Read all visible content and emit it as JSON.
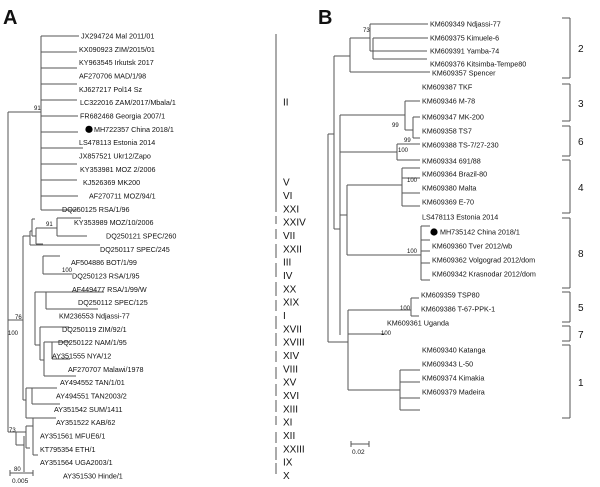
{
  "figure": {
    "panel_a": {
      "label": "A",
      "scale_label": "0.005",
      "taxa": [
        "JX294724 Mal 2011/01",
        "KX090923 ZIM/2015/01",
        "KY963545 Irkutsk 2017",
        "AF270706 MAD/1/98",
        "KJ627217 Pol14 Sz",
        "LC322016 ZAM/2017/Mbala/1",
        "FR682468 Georgia 2007/1",
        "MH722357 China 2018/1",
        "LS478113 Estonia 2014",
        "JX857521 Ukr12/Zapo",
        "KY353981 MOZ 2/2006",
        "KJ526369 MK200",
        "AF270711 MOZ/94/1",
        "DQ250125 RSA/1/96",
        "KY353989 MOZ/10/2006",
        "DQ250121 SPEC/260",
        "DQ250117 SPEC/245",
        "AF504886 BOT/1/99",
        "DQ250123 RSA/1/95",
        "AF449477 RSA/1/99/W",
        "DQ250112 SPEC/125",
        "KM236553 Ndjassi-77",
        "DQ250119 ZIM/92/1",
        "DQ250122 NAM/1/95",
        "AY351555 NYA/12",
        "AF270707 Malawi/1978",
        "AY494552 TAN/1/01",
        "AY494551 TAN2003/2",
        "AY351542 SUM/1411",
        "AY351522 KAB/62",
        "AY351561 MFUE6/1",
        "KT795354 ETH/1",
        "AY351564 UGA2003/1",
        "AY351530 Hinde/1"
      ],
      "genotypes": [
        "II",
        "V",
        "VI",
        "XXI",
        "XXIV",
        "VII",
        "XXII",
        "III",
        "IV",
        "XX",
        "XIX",
        "I",
        "XVII",
        "XVIII",
        "XIV",
        "VIII",
        "XV",
        "XVI",
        "XIII",
        "XI",
        "XII",
        "XXIII",
        "IX",
        "X"
      ],
      "bootstrap": [
        "91",
        "91",
        "100",
        "76",
        "100",
        "73",
        "80"
      ]
    },
    "panel_b": {
      "label": "B",
      "scale_label": "0.02",
      "taxa": [
        "KM609349 Ndjassi-77",
        "KM609375 Kimuele-6",
        "KM609391 Yamba-74",
        "KM609376 Kitsimba-Tempe80",
        "KM609357 Spencer",
        "KM609387 TKF",
        "KM609346 M-78",
        "KM609347 MK-200",
        "KM609358 TS7",
        "KM609388 TS-7/27-230",
        "KM609334 691/88",
        "KM609364 Brazil-80",
        "KM609380 Malta",
        "KM609369 E-70",
        "LS478113 Estonia 2014",
        "MH735142 China 2018/1",
        "KM609360 Tver 2012/wb",
        "KM609362 Volgograd 2012/dom",
        "KM609342 Krasnodar 2012/dom",
        "KM609359 TSP80",
        "KM609386 T-67-PPK-1",
        "KM609361 Uganda",
        "KM609340 Katanga",
        "KM609343 L-50",
        "KM609374 Kimakia",
        "KM609379 Madeira"
      ],
      "genotypes": [
        "2",
        "3",
        "6",
        "4",
        "8",
        "5",
        "7",
        "1"
      ],
      "bootstrap": [
        "73",
        "99",
        "99",
        "100",
        "100",
        "100",
        "100",
        "100"
      ]
    }
  }
}
